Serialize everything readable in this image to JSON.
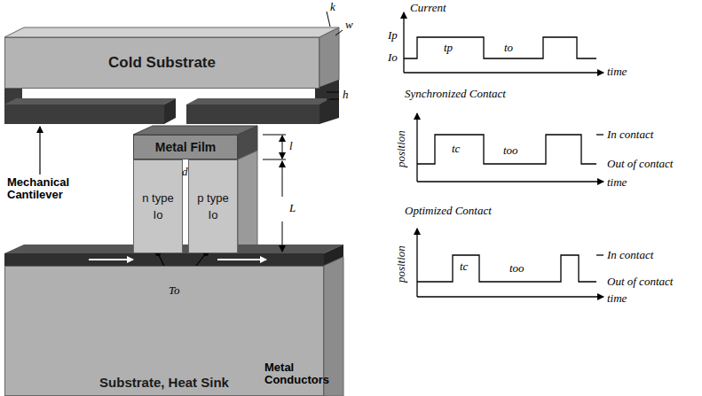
{
  "diagram": {
    "nodes": [
      {
        "text": [
          "Cold Substrate"
        ]
      },
      {
        "text": [
          "Metal Film"
        ]
      },
      {
        "text": [
          "n type",
          "Io"
        ]
      },
      {
        "text": [
          "p type",
          "Io"
        ]
      },
      {
        "text": [
          "Substrate, Heat Sink"
        ]
      }
    ],
    "labels": [
      "k",
      "w",
      "h",
      "l",
      "d",
      "L",
      "Mechanical Cantilever",
      "Metal Conductors",
      "To",
      "Current",
      "Ip",
      "Io",
      "tp",
      "to",
      "time",
      "Synchronized Contact",
      "position",
      "tc",
      "too",
      "In contact",
      "Out of contact",
      "time",
      "Optimized Contact",
      "position",
      "tc",
      "too",
      "In contact",
      "Out of contact",
      "time"
    ]
  }
}
